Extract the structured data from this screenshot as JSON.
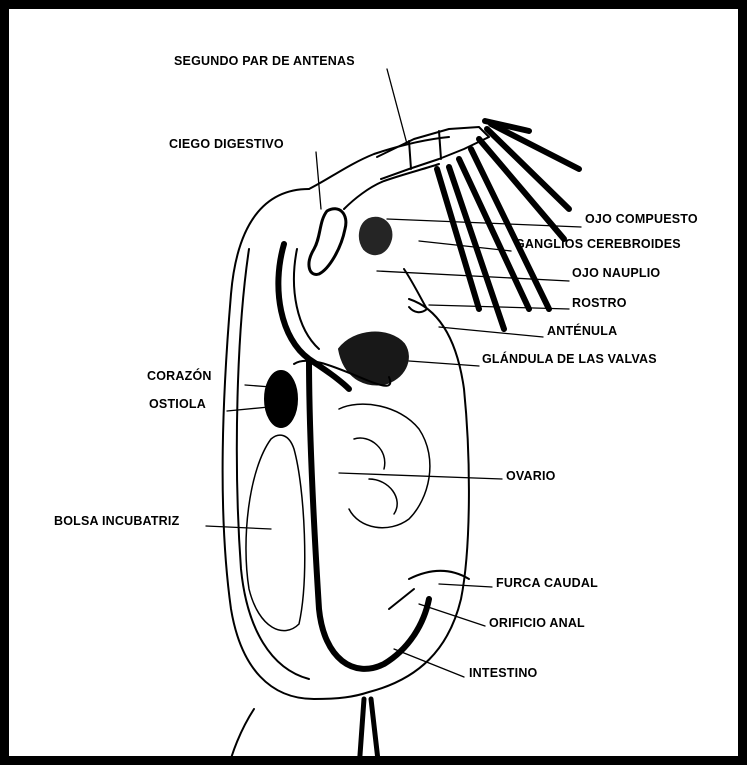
{
  "labels": {
    "segundo_par_antenas": "SEGUNDO PAR DE ANTENAS",
    "ciego_digestivo": "CIEGO DIGESTIVO",
    "ojo_compuesto": "OJO COMPUESTO",
    "ganglios_cerebroides": "GANGLIOS CEREBROIDES",
    "ojo_nauplio": "OJO NAUPLIO",
    "rostro": "ROSTRO",
    "antenula": "ANTÉNULA",
    "glandula_valvas": "GLÁNDULA DE LAS VALVAS",
    "corazon": "CORAZÓN",
    "ostiola": "OSTIOLA",
    "ovario": "OVARIO",
    "bolsa_incubatriz": "BOLSA INCUBATRIZ",
    "furca_caudal": "FURCA CAUDAL",
    "orificio_anal": "ORIFICIO ANAL",
    "intestino": "INTESTINO"
  },
  "colors": {
    "ink": "#000000",
    "paper": "#ffffff",
    "border": "#000000"
  }
}
